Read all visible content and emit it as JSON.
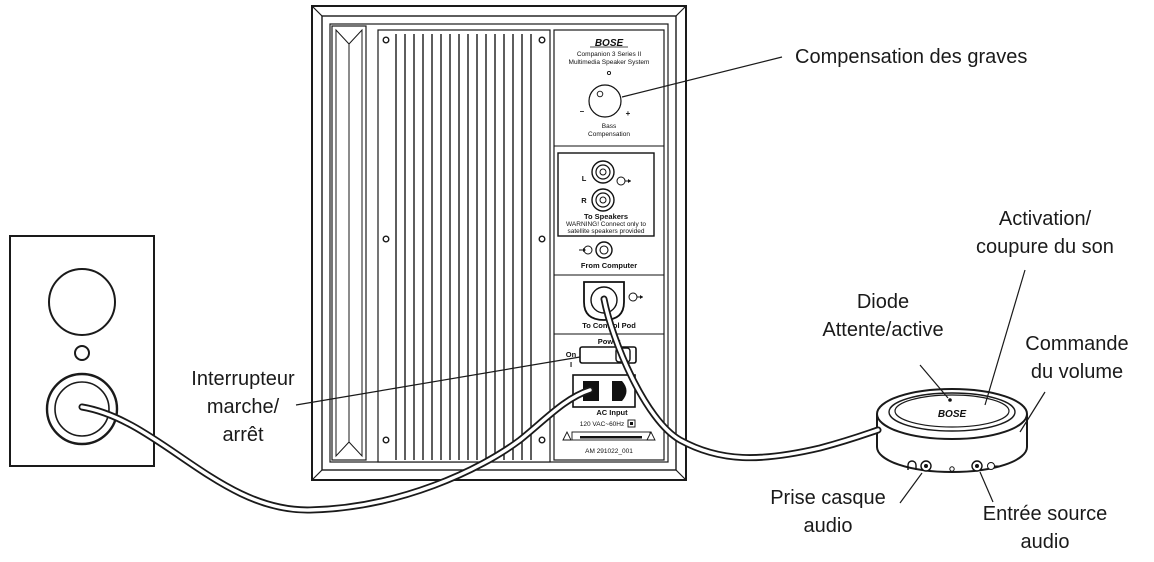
{
  "brand": {
    "logo": "BOSE"
  },
  "panel": {
    "product_line1": "Companion 3  Series II",
    "product_line2": "Multimedia Speaker System",
    "bass_minus": "–",
    "bass_plus": "+",
    "bass_label1": "Bass",
    "bass_label2": "Compensation",
    "jack_l": "L",
    "jack_r": "R",
    "to_speakers": "To Speakers",
    "warning1": "WARNING!  Connect only to",
    "warning2": "satellite speakers provided",
    "from_computer": "From Computer",
    "to_control_pod": "To Control Pod",
    "power": "Power",
    "on": "On",
    "on_symbol": "I",
    "ac_input": "AC Input",
    "voltage": "120 VAC~60Hz",
    "part_number": "AM 291022_001"
  },
  "callouts": {
    "bass": "Compensation des graves",
    "mute_line1": "Activation/",
    "mute_line2": "coupure du son",
    "led_line1": "Diode",
    "led_line2": "Attente/active",
    "volume_line1": "Commande",
    "volume_line2": "du volume",
    "switch_line1": "Interrupteur",
    "switch_line2": "marche/",
    "switch_line3": "arrêt",
    "headphone_line1": "Prise casque",
    "headphone_line2": "audio",
    "aux_line1": "Entrée source",
    "aux_line2": "audio"
  }
}
